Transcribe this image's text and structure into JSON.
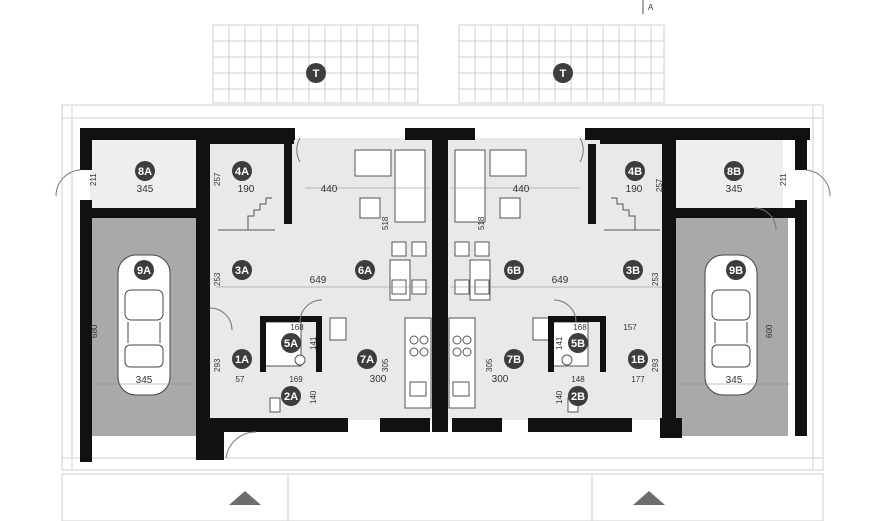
{
  "corner_label": "A",
  "terrace_tag": "T",
  "room_tags": {
    "r8A": "8A",
    "r4A": "4A",
    "r3A": "3A",
    "r6A": "6A",
    "r9A": "9A",
    "r1A": "1A",
    "r2A": "2A",
    "r5A": "5A",
    "r7A": "7A",
    "r8B": "8B",
    "r4B": "4B",
    "r3B": "3B",
    "r6B": "6B",
    "r9B": "9B",
    "r1B": "1B",
    "r2B": "2B",
    "r5B": "5B",
    "r7B": "7B"
  },
  "dims": {
    "a_211": "211",
    "a_345_top": "345",
    "a_257": "257",
    "a_190": "190",
    "a_440": "440",
    "a_518": "518",
    "a_253": "253",
    "a_649": "649",
    "a_680": "680",
    "a_168": "168",
    "a_141": "141",
    "a_293": "293",
    "a_57": "57",
    "a_169": "169",
    "a_140": "140",
    "a_305": "305",
    "a_300": "300",
    "a_345_bottom": "345",
    "b_211": "211",
    "b_345_top": "345",
    "b_257": "257",
    "b_190": "190",
    "b_440": "440",
    "b_518": "518",
    "b_253": "253",
    "b_649": "649",
    "b_600": "600",
    "b_168": "168",
    "b_157": "157",
    "b_141": "141",
    "b_293": "293",
    "b_177": "177",
    "b_148": "148",
    "b_140": "140",
    "b_305": "305",
    "b_300": "300",
    "b_345_bottom": "345"
  },
  "colors": {
    "wall": "#111111",
    "tag_fill": "#3d3d3d",
    "garage_fill": "#a9a9a9",
    "floor_fill": "#e9e9e9",
    "terrace_grid": "#cfcfcf"
  }
}
